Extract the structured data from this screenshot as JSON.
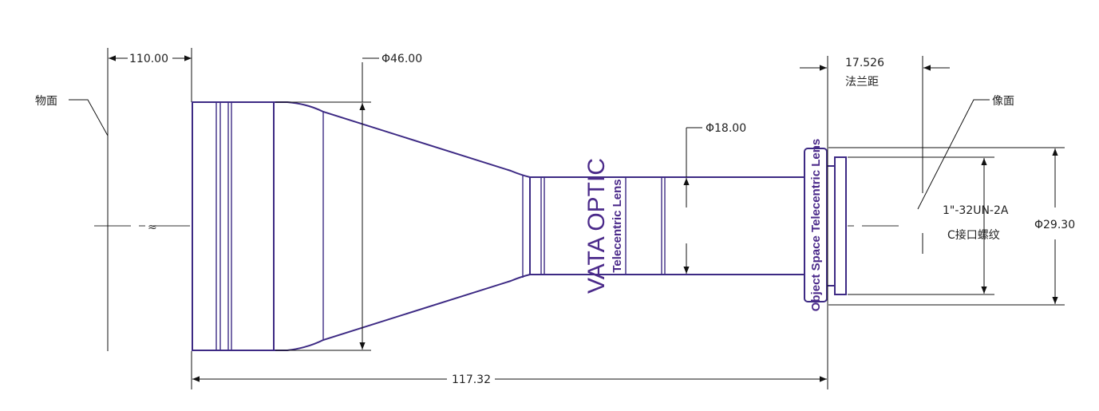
{
  "dimensions": {
    "working_distance": "110.00",
    "front_diameter": "Φ46.00",
    "barrel_diameter": "Φ18.00",
    "flange_distance": "17.526",
    "flange_label": "法兰距",
    "mount_diameter": "Φ29.30",
    "total_length": "117.32"
  },
  "labels": {
    "object_plane": "物面",
    "image_plane": "像面",
    "thread_spec": "1\"-32UN-2A",
    "mount_type": "C接口螺纹",
    "break_symbol": "≈"
  },
  "branding": {
    "brand": "VATA OPTIC",
    "lens_line": "Telecentric Lens",
    "lens_type": "Object Space Telecentric Lens"
  },
  "colors": {
    "outline": "#3d2a84",
    "brand": "#4b2a8a",
    "dimension": "#111111"
  }
}
